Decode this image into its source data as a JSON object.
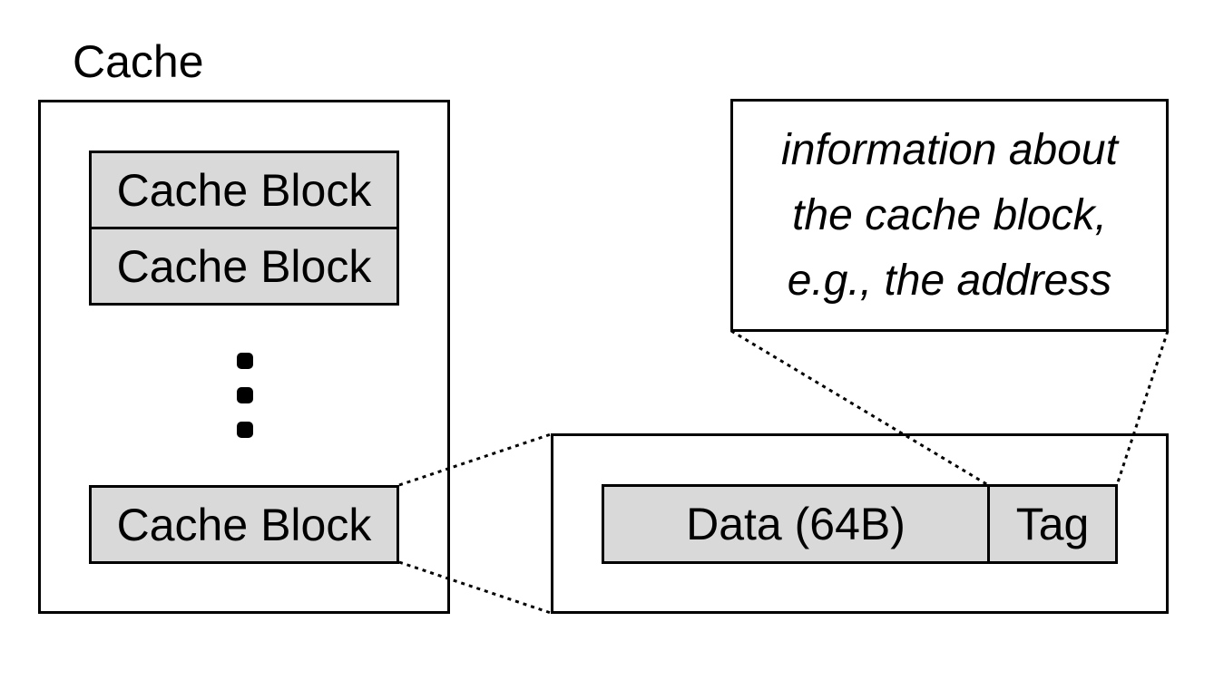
{
  "title": "Cache",
  "cache_blocks": [
    "Cache Block",
    "Cache Block",
    "Cache Block"
  ],
  "detail": {
    "data_label": "Data (64B)",
    "tag_label": "Tag"
  },
  "info": {
    "lines": [
      "information about",
      "the cache block,",
      "e.g., the address"
    ]
  }
}
